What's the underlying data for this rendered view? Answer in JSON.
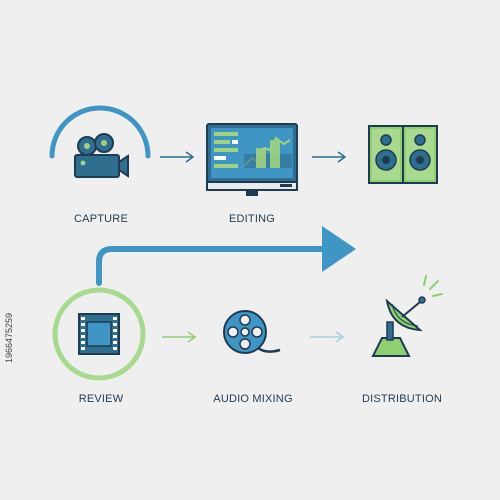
{
  "steps": {
    "capture": "CAPTURE",
    "editing": "EDITING",
    "review": "REVIEW",
    "audio_mixing": "AUDIO MIXING",
    "distribution": "DISTRIBUTION"
  },
  "watermark_id": "1966475259",
  "colors": {
    "background": "#efefef",
    "dark_navy": "#1f3b52",
    "steel_blue": "#2f6e8f",
    "arrow_blue": "#3f95c4",
    "green": "#8fcf72",
    "light_green": "#a8d98e",
    "pale_blue": "#a9cfe0"
  },
  "icons": {
    "capture": "video-camera-icon",
    "editing": "monitor-editor-icon",
    "speakers": "speakers-icon",
    "review": "film-frame-icon",
    "audio_mixing": "film-reel-icon",
    "distribution": "satellite-dish-icon"
  }
}
